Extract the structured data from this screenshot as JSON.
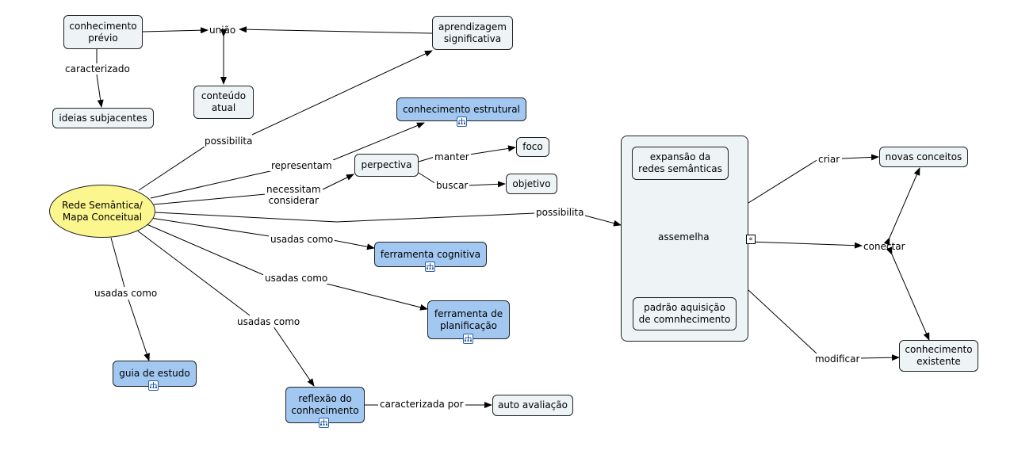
{
  "nodes": {
    "conhecimento_previo": "conhecimento\nprévio",
    "uniao": "união",
    "aprendizagem": "aprendizagem\nsignificativa",
    "conteudo_atual": "conteúdo\natual",
    "ideias_subjacentes": "ideias subjacentes",
    "conhecimento_estrutural": "conhecimento estrutural",
    "perpectiva": "perpectiva",
    "foco": "foco",
    "objetivo": "objetivo",
    "rede_semantica": "Rede Semântica/\nMapa Conceitual",
    "ferramenta_cognitiva": "ferramenta cognitiva",
    "ferramenta_planificacao": "ferramenta de\nplanificação",
    "guia_estudo": "guia de estudo",
    "reflexao": "reflexão do\nconhecimento",
    "auto_avaliacao": "auto avaliação",
    "expansao": "expansão da\nredes semânticas",
    "assemelha": "assemelha",
    "padrao": "padrão aquisição\nde comnhecimento",
    "novas_conceitos": "novas conceitos",
    "conectar": "conectar",
    "conhecimento_existente": "conhecimento\nexistente"
  },
  "links": {
    "caracterizado": "caracterizado",
    "possibilita_1": "possibilita",
    "representam": "representam",
    "necessitam": "necessitam\nconsiderar",
    "manter": "manter",
    "buscar": "buscar",
    "possibilita_2": "possibilita",
    "usadas_1": "usadas como",
    "usadas_2": "usadas como",
    "usadas_3": "usadas como",
    "usadas_4": "usadas como",
    "caracterizada_por": "caracterizada por",
    "criar": "criar",
    "modificar": "modificar"
  },
  "icons": {
    "submap": "submap-icon",
    "collapse": "collapse-icon"
  },
  "colors": {
    "concept": "#eef3f5",
    "highlight": "#a2c8f2",
    "root": "#fcf68f"
  }
}
